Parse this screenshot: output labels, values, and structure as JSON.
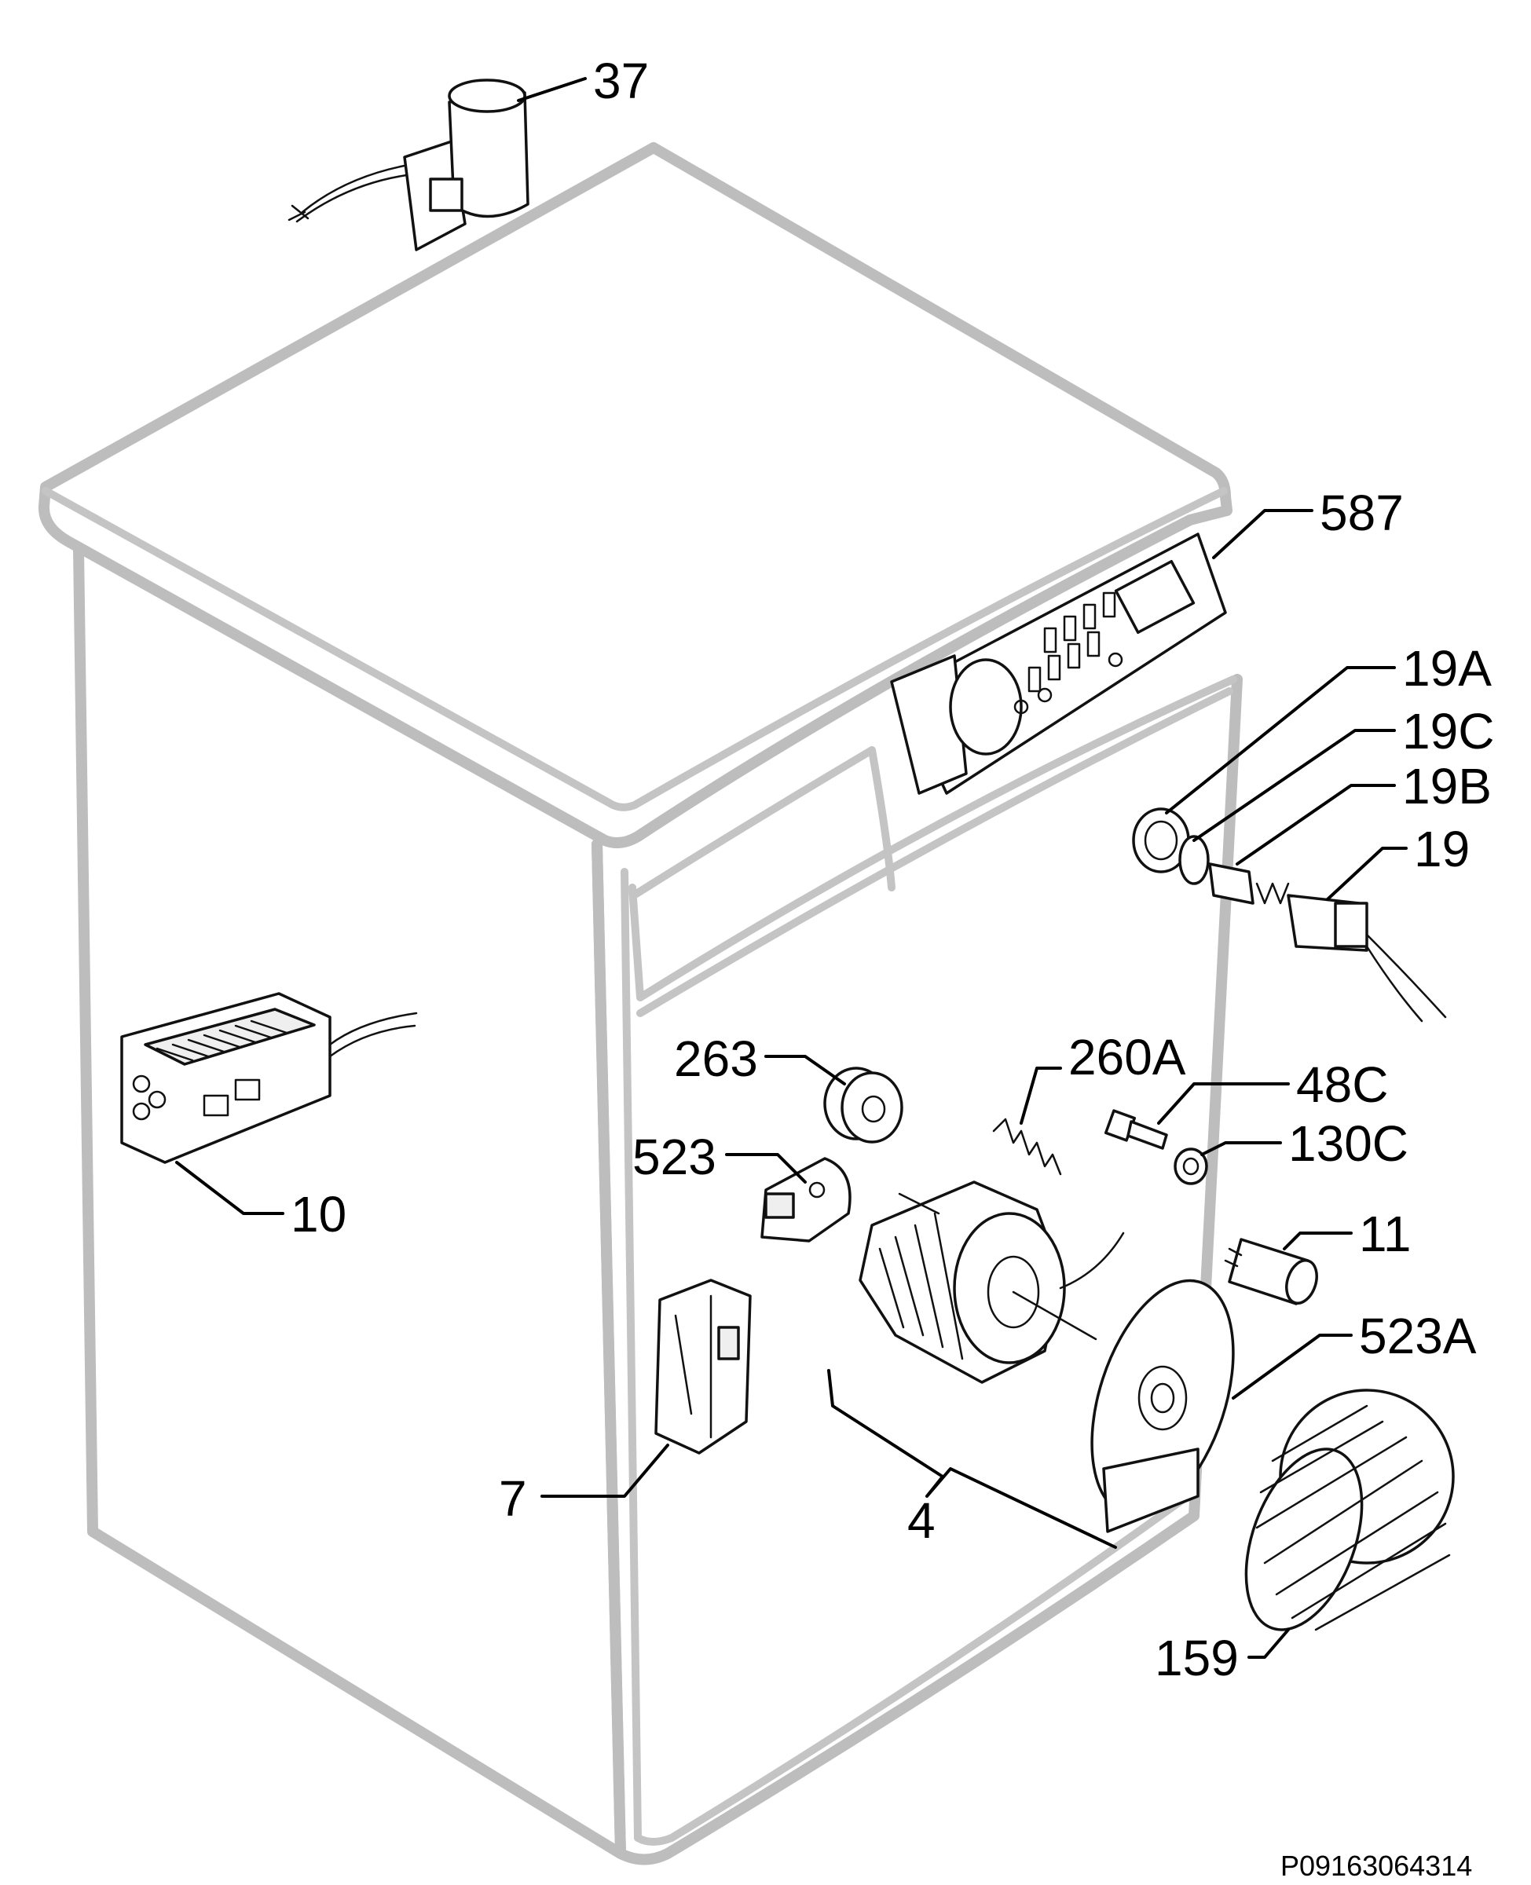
{
  "diagram": {
    "type": "exploded-parts-diagram",
    "callouts": {
      "c37": "37",
      "c587": "587",
      "c19A": "19A",
      "c19C": "19C",
      "c19B": "19B",
      "c19": "19",
      "c10": "10",
      "c263": "263",
      "c260A": "260A",
      "c48C": "48C",
      "c523": "523",
      "c130C": "130C",
      "c11": "11",
      "c523A": "523A",
      "c7": "7",
      "c4": "4",
      "c159": "159"
    },
    "drawing_code": "P09163064314"
  }
}
